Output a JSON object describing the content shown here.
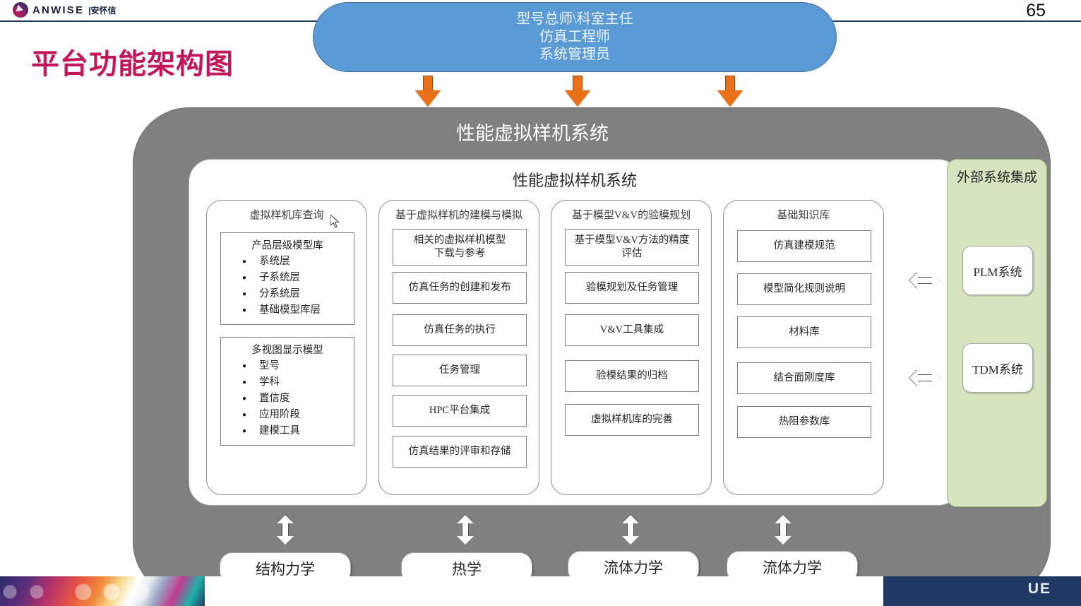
{
  "header": {
    "logo_text": "ANWISE",
    "logo_cn": "|安怀信",
    "logo_icon": "anwise-logo-icon",
    "page_number": "65"
  },
  "slide": {
    "title": "平台功能架构图"
  },
  "role_banner": {
    "lines": [
      "型号总师\\科室主任",
      "仿真工程师",
      "系统管理员"
    ],
    "color": "#5b9bd5"
  },
  "arrows": {
    "down_color": "#e8711a",
    "down_count": 3
  },
  "gray_panel": {
    "title": "性能虚拟样机系统",
    "color": "#808080"
  },
  "white_panel": {
    "title": "性能虚拟样机系统"
  },
  "columns": [
    {
      "title": "虚拟样机库查询",
      "lists": [
        {
          "head": "产品层级模型库",
          "items": [
            "系统层",
            "子系统层",
            "分系统层",
            "基础模型库层"
          ]
        },
        {
          "head": "多视图显示模型",
          "items": [
            "型号",
            "学科",
            "置信度",
            "应用阶段",
            "建模工具"
          ]
        }
      ],
      "boxes": []
    },
    {
      "title": "基于虚拟样机的建模与模拟",
      "lists": [],
      "boxes": [
        "相关的虚拟样机模型\n下载与参考",
        "仿真任务的创建和发布",
        "仿真任务的执行",
        "任务管理",
        "HPC平台集成",
        "仿真结果的评审和存储"
      ]
    },
    {
      "title": "基于模型V&V的验模规划",
      "lists": [],
      "boxes": [
        "基于模型V&V方法的精度\n评估",
        "验模规划及任务管理",
        "V&V工具集成",
        "验模结果的归档",
        "虚拟样机库的完善"
      ]
    },
    {
      "title": "基础知识库",
      "lists": [],
      "boxes": [
        "仿真建模规范",
        "模型简化规则说明",
        "材料库",
        "结合面刚度库",
        "热阻参数库"
      ]
    }
  ],
  "external": {
    "title": "外部系统集成",
    "color": "#d6e4c0",
    "items": [
      "PLM系统",
      "TDM系统"
    ]
  },
  "disciplines": [
    "结构力学",
    "热学",
    "流体力学",
    "流体力学"
  ],
  "taskbar": {
    "brand_mark": "UE"
  },
  "cursor": {
    "icon": "mouse-pointer-icon"
  }
}
